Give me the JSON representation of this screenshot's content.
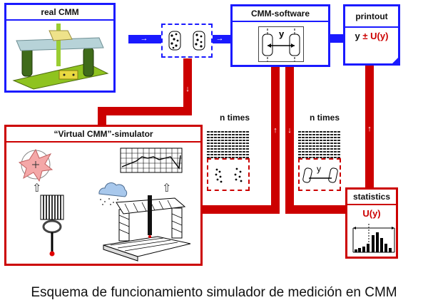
{
  "caption": "Esquema de funcionamiento simulador de medición en CMM",
  "nodes": {
    "real_cmm": {
      "title": "real CMM"
    },
    "cmm_software": {
      "title": "CMM-software",
      "label": "y"
    },
    "printout": {
      "title": "printout",
      "result_y": "y",
      "result_pm": "± U(y)"
    },
    "virtual_cmm": {
      "title": "“Virtual CMM”-simulator"
    },
    "statistics": {
      "title": "statistics",
      "result": "U(y)"
    },
    "loop_left": {
      "label": "n times"
    },
    "loop_right": {
      "label": "n times",
      "inner_label": "y"
    }
  },
  "arrows": {
    "right": "→",
    "up": "↑",
    "down": "↓",
    "hollow_up": "⇧"
  },
  "colors": {
    "physical_flow": "#1a1aff",
    "virtual_flow": "#cc0000",
    "uncertainty_text": "#cc0000"
  }
}
